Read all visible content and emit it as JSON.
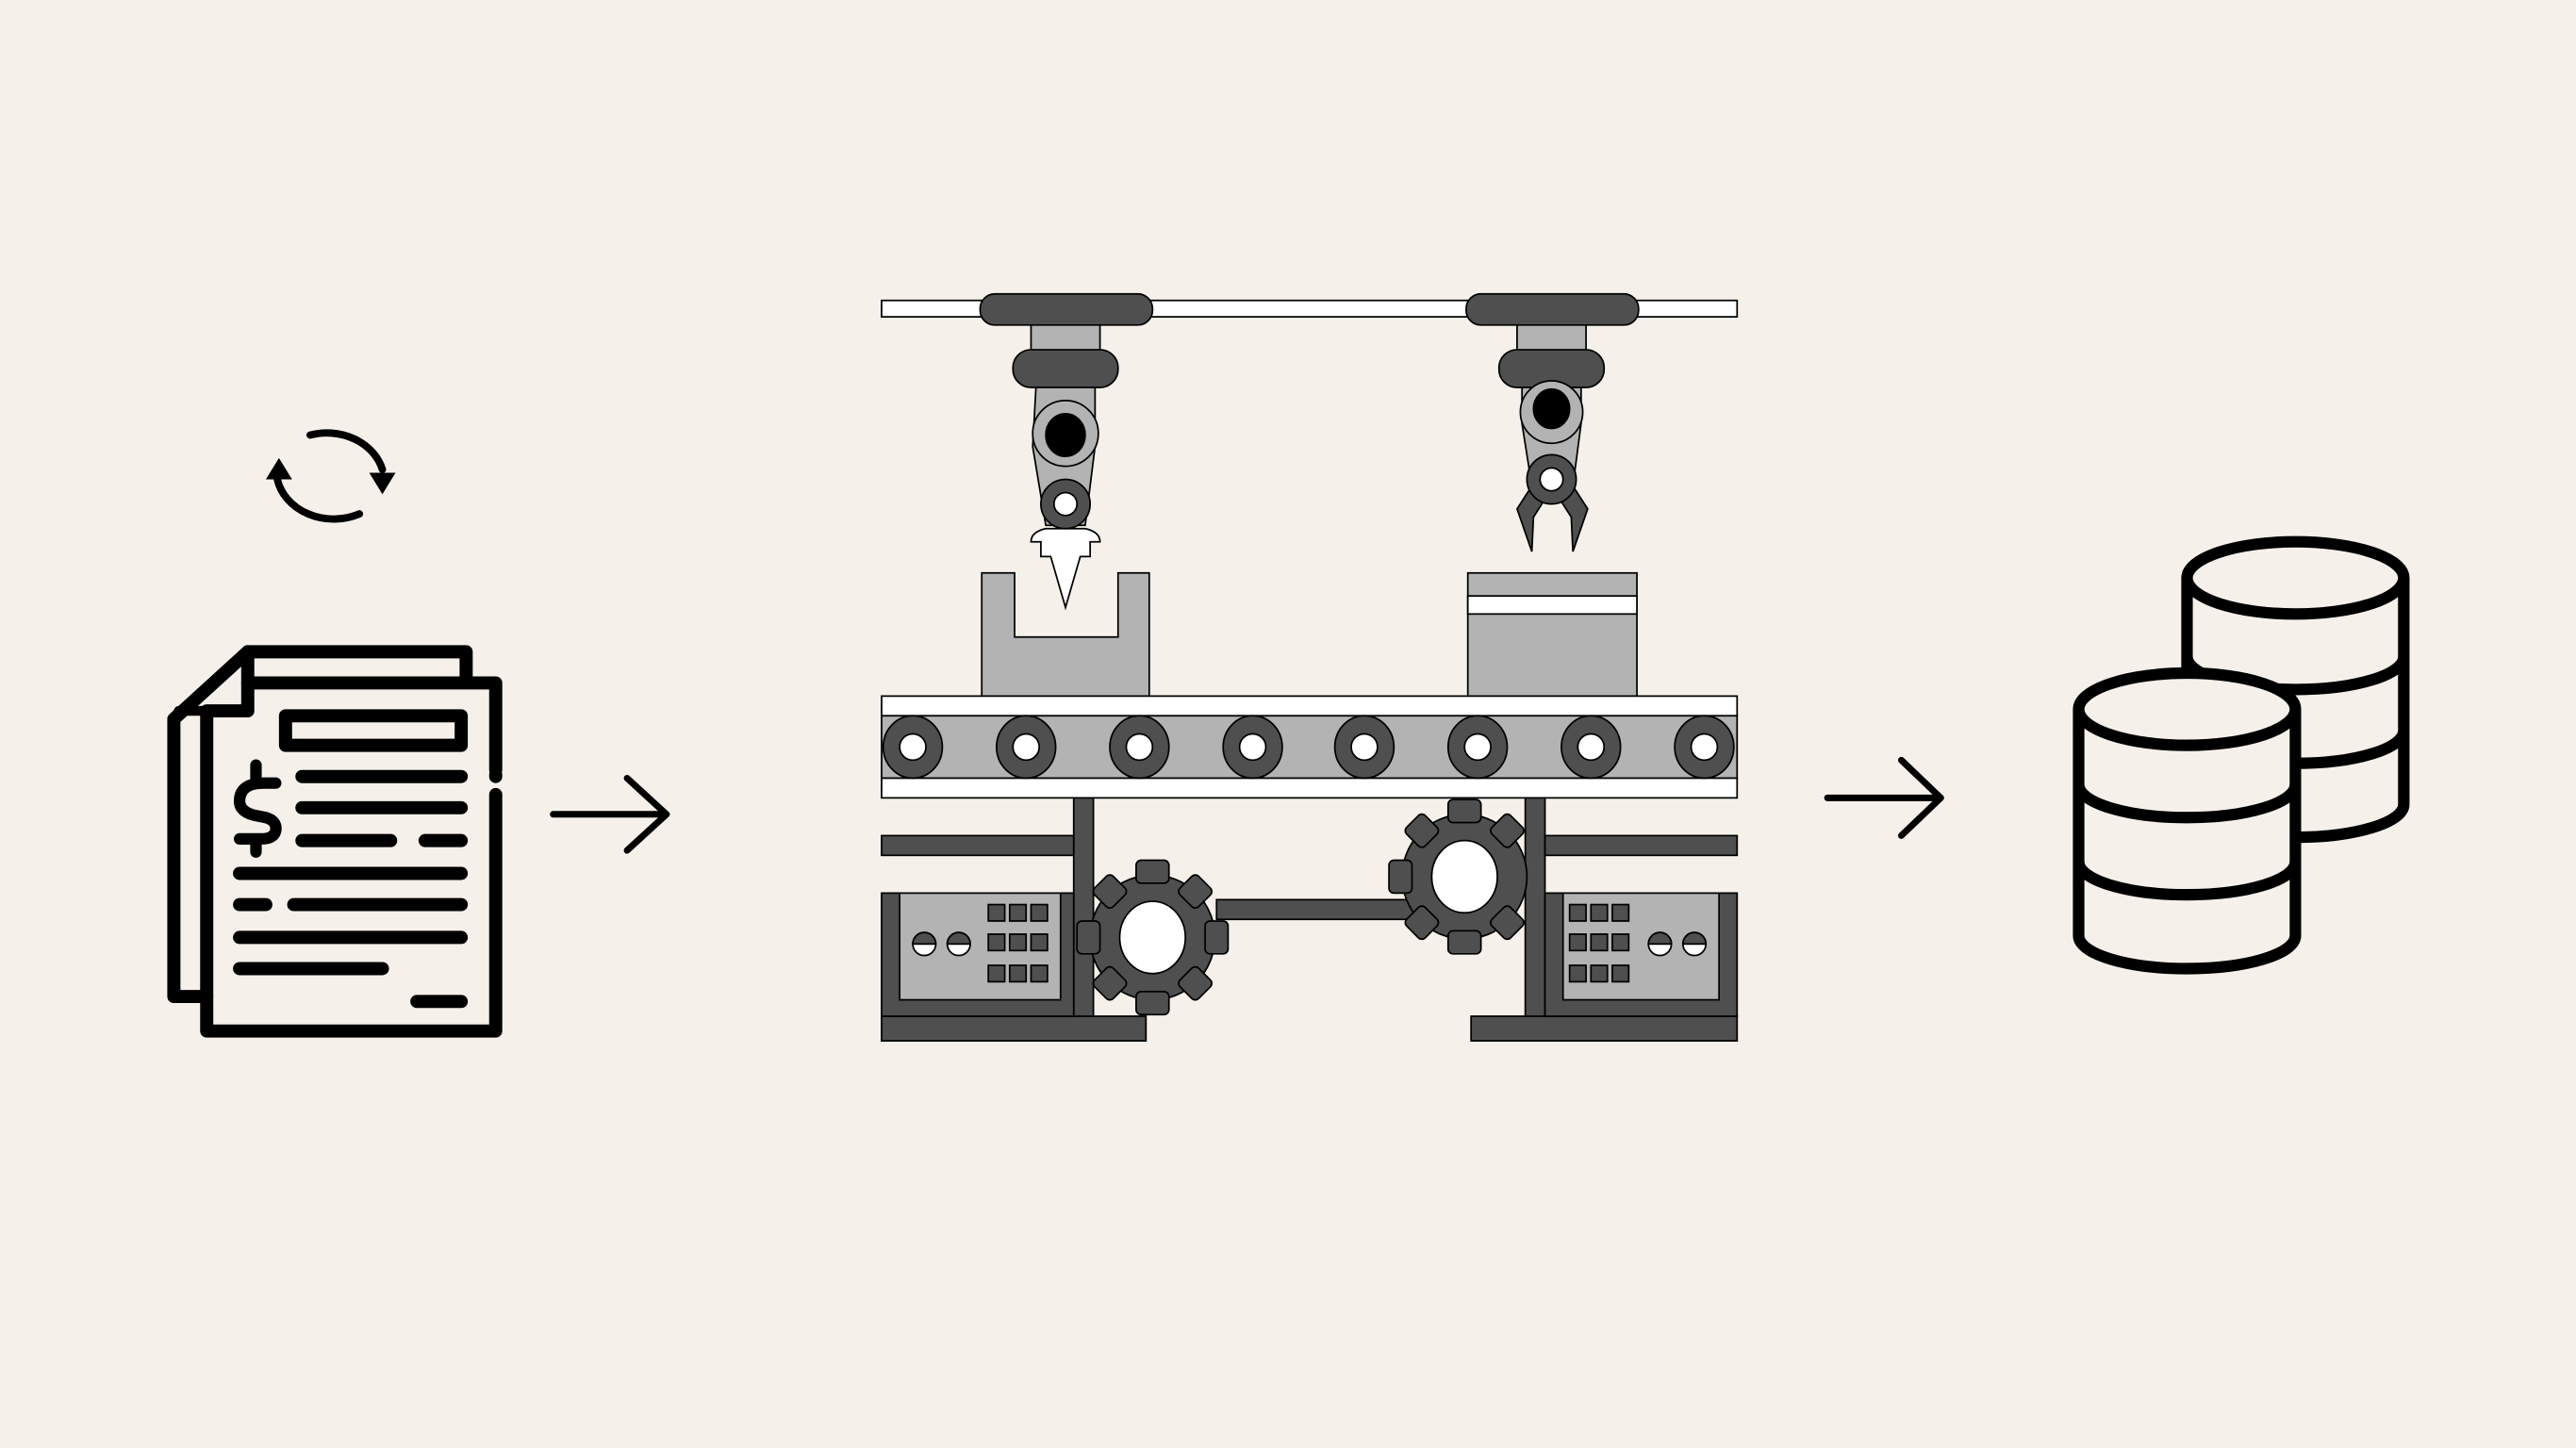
{
  "diagram": {
    "stages": [
      {
        "name": "invoice-document",
        "icon": "invoice-dollar-icon"
      },
      {
        "name": "sync",
        "icon": "refresh-cycle-icon"
      },
      {
        "name": "automation-factory",
        "icon": "robotic-assembly-line-icon"
      },
      {
        "name": "database",
        "icon": "database-stack-icon"
      }
    ],
    "colors": {
      "background": "#f5f1ea",
      "dark": "#4f4f4f",
      "mid": "#b3b3b3",
      "ink": "#000000",
      "white": "#ffffff"
    }
  }
}
